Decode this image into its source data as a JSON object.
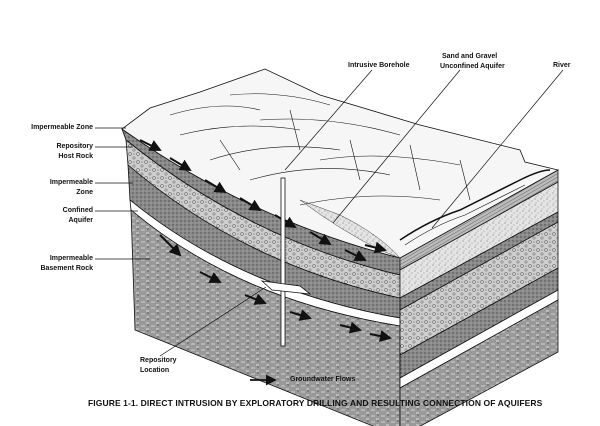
{
  "labels": {
    "impermeable_zone_top": "Impermeable Zone",
    "repository_host_rock": [
      "Repository",
      "Host Rock"
    ],
    "impermeable_zone": [
      "Impermeable",
      "Zone"
    ],
    "confined_aquifer": [
      "Confined",
      "Aquifer"
    ],
    "impermeable_basement_rock": [
      "Impermeable",
      "Basement Rock"
    ],
    "intrusive_borehole": "Intrusive Borehole",
    "unconfined_aquifer": [
      "Sand and Gravel",
      "Unconfined Aquifer"
    ],
    "river": "River",
    "repository_location": [
      "Repository",
      "Location"
    ],
    "legend_groundwater": "Groundwater Flows"
  },
  "caption": "FIGURE 1-1.  DIRECT INTRUSION BY EXPLORATORY DRILLING AND RESULTING CONNECTION OF AQUIFERS"
}
